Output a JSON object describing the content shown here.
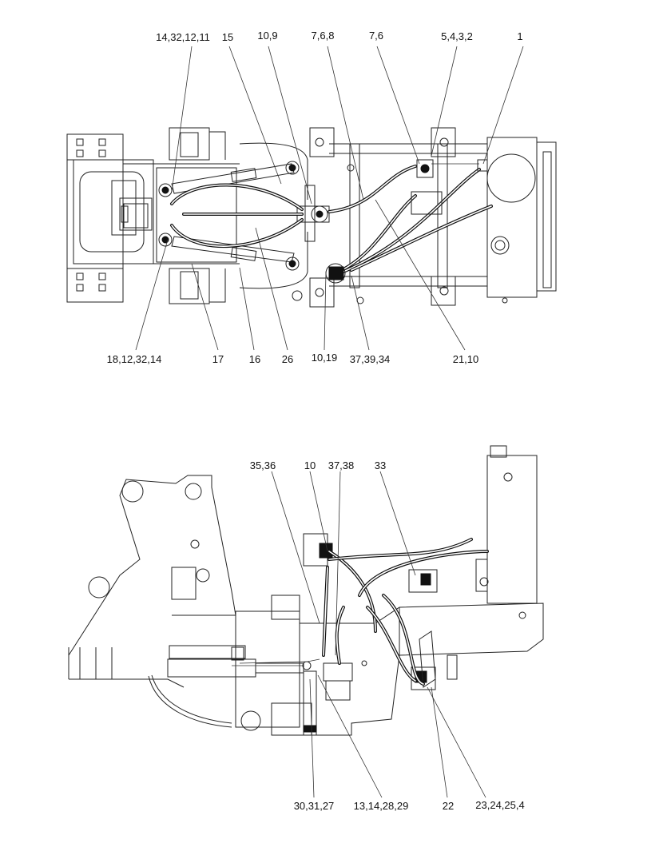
{
  "top_view": {
    "callouts": [
      {
        "id": "c-14-32-12-11",
        "text": "14,32,12,11"
      },
      {
        "id": "c-15",
        "text": "15"
      },
      {
        "id": "c-10-9",
        "text": "10,9"
      },
      {
        "id": "c-7-6-8",
        "text": "7,6,8"
      },
      {
        "id": "c-7-6",
        "text": "7,6"
      },
      {
        "id": "c-5-4-3-2",
        "text": "5,4,3,2"
      },
      {
        "id": "c-1",
        "text": "1"
      },
      {
        "id": "c-18-12-32-14",
        "text": "18,12,32,14"
      },
      {
        "id": "c-17",
        "text": "17"
      },
      {
        "id": "c-16",
        "text": "16"
      },
      {
        "id": "c-26",
        "text": "26"
      },
      {
        "id": "c-10-19",
        "text": "10,19"
      },
      {
        "id": "c-37-39-34",
        "text": "37,39,34"
      },
      {
        "id": "c-21-10",
        "text": "21,10"
      }
    ]
  },
  "side_view": {
    "callouts": [
      {
        "id": "c-35-36",
        "text": "35,36"
      },
      {
        "id": "c-10",
        "text": "10"
      },
      {
        "id": "c-37-38",
        "text": "37,38"
      },
      {
        "id": "c-33",
        "text": "33"
      },
      {
        "id": "c-30-31-27",
        "text": "30,31,27"
      },
      {
        "id": "c-13-14-28-29",
        "text": "13,14,28,29"
      },
      {
        "id": "c-22",
        "text": "22"
      },
      {
        "id": "c-23-24-25-4",
        "text": "23,24,25,4"
      }
    ]
  }
}
